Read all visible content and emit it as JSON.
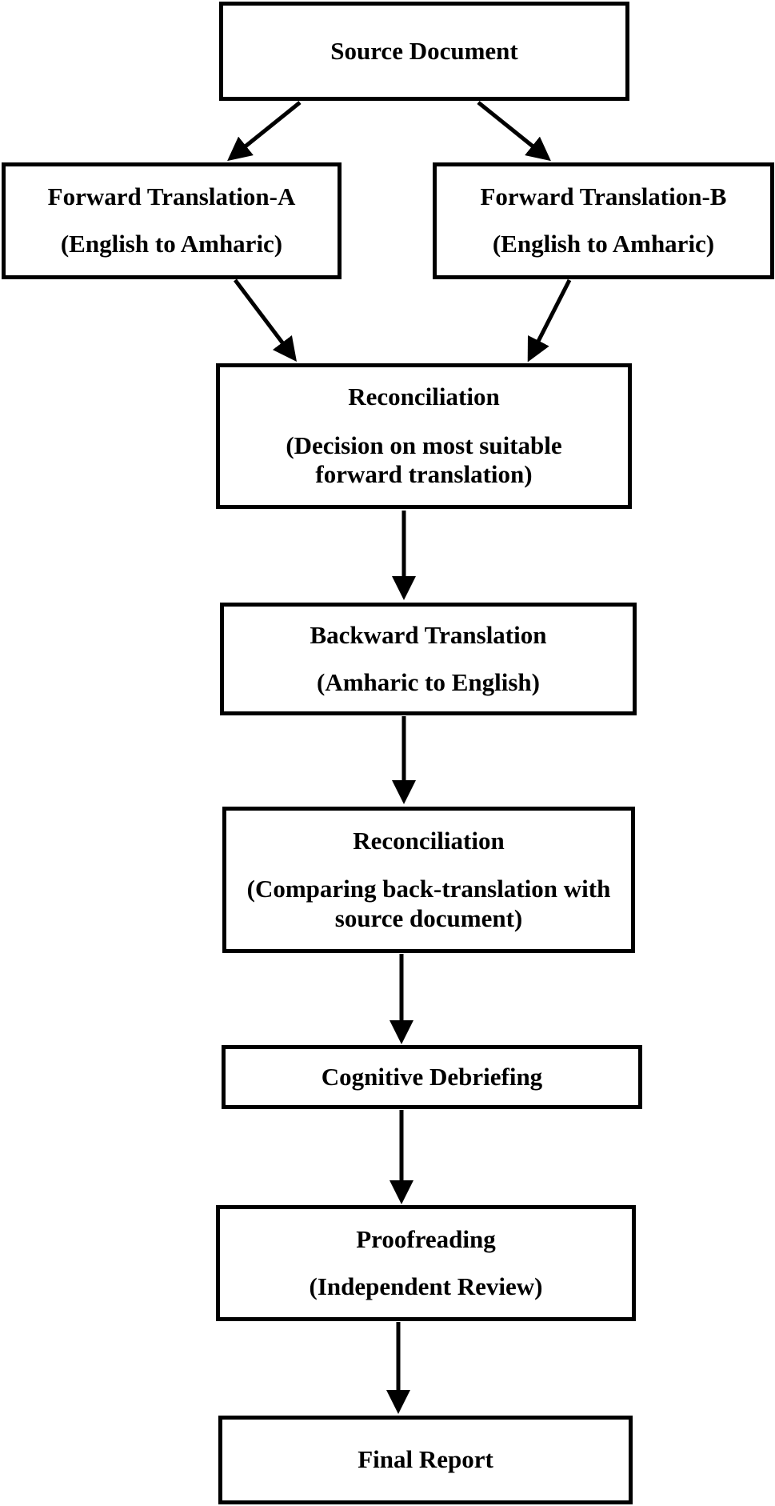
{
  "diagram": {
    "source": {
      "title": "Source Document"
    },
    "forward_a": {
      "title": "Forward Translation-A",
      "subtitle": "(English to Amharic)"
    },
    "forward_b": {
      "title": "Forward Translation-B",
      "subtitle": "(English to Amharic)"
    },
    "reconciliation_1": {
      "title": "Reconciliation",
      "subtitle": "(Decision on most suitable forward translation)"
    },
    "backward": {
      "title": "Backward Translation",
      "subtitle": "(Amharic to English)"
    },
    "reconciliation_2": {
      "title": "Reconciliation",
      "subtitle": "(Comparing back-translation with source document)"
    },
    "cognitive": {
      "title": "Cognitive Debriefing"
    },
    "proofreading": {
      "title": "Proofreading",
      "subtitle": "(Independent Review)"
    },
    "final": {
      "title": "Final Report"
    }
  }
}
